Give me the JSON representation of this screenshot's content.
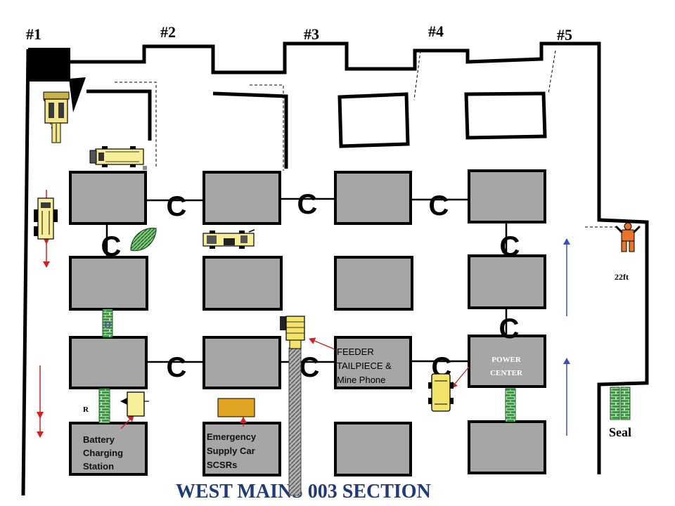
{
  "title": "WEST MAINS 003 SECTION",
  "entries": [
    "#1",
    "#2",
    "#3",
    "#4",
    "#5"
  ],
  "curtain_label": "C",
  "pillar_labels": {
    "feeder_tailpiece": [
      "FEEDER",
      "TAILPIECE &",
      "Mine Phone"
    ],
    "power_center": [
      "POWER",
      "CENTER"
    ],
    "battery_charging": [
      "Battery",
      "Charging",
      "Station"
    ],
    "emergency_supply": [
      "Emergency",
      "Supply Car",
      "SCSRs"
    ]
  },
  "markers": {
    "stopping_d": "D",
    "stopping_r": "R",
    "distance": "22ft",
    "seal": "Seal"
  },
  "icons": [
    "continuous-miner-icon",
    "shuttle-car-icon",
    "scoop-icon",
    "roof-bolter-icon",
    "feeder-icon",
    "belt-conveyor-icon",
    "battery-scoop-icon",
    "battery-charger-icon",
    "supply-car-icon",
    "miner-person-icon",
    "rock-dust-icon"
  ],
  "colors": {
    "pillar": "#a6a6a6",
    "stopping": "#2f9e44",
    "arrow_red": "#d42020",
    "arrow_blue": "#3b4fb8",
    "equipment": "#f2e36b",
    "supply_car": "#e0a420",
    "person": "#e8742a",
    "title": "#1f3a7a",
    "marker_d": "#6a3fc2"
  }
}
